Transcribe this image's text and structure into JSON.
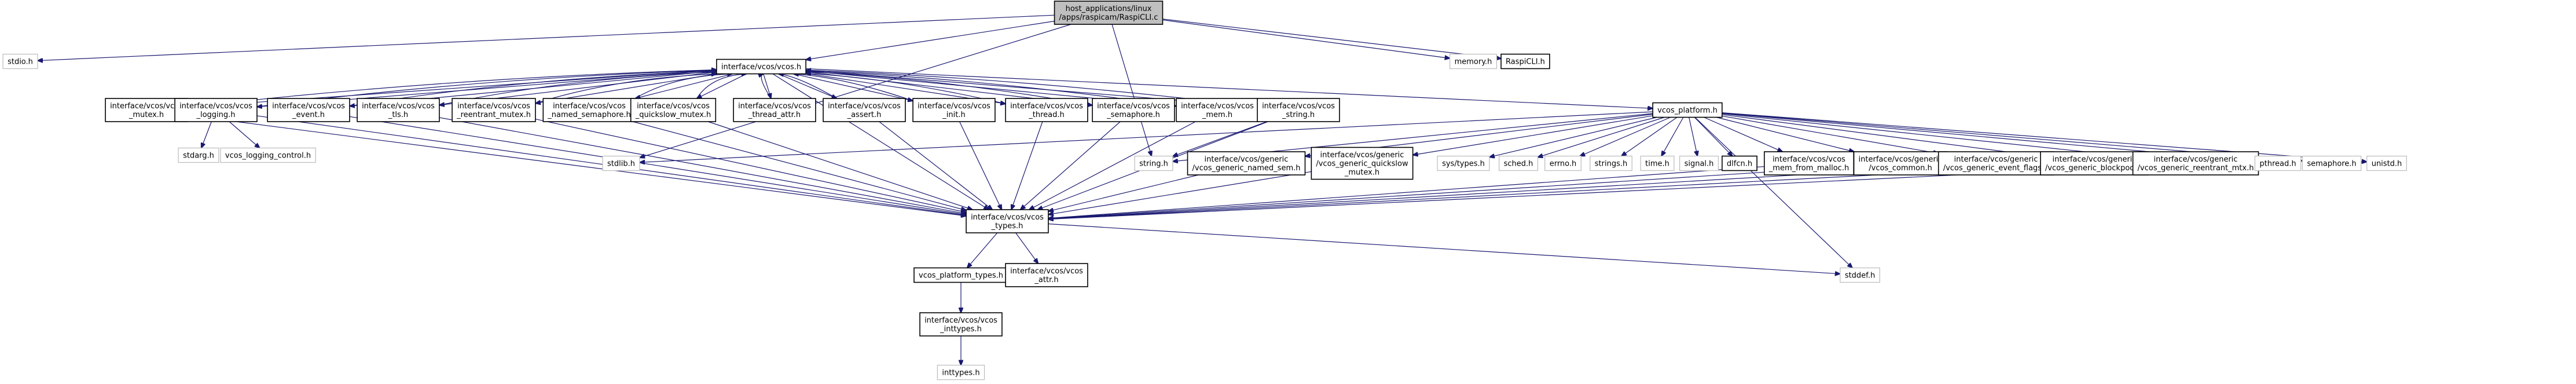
{
  "graph": {
    "title": "",
    "colors": {
      "edge": "#191970",
      "node_border": "#bfbfbf",
      "hub_border": "#000000",
      "root_fill": "#bfbfbf"
    },
    "nodes": [
      {
        "id": "root",
        "lines": [
          "host_applications/linux",
          "/apps/raspicam/RaspiCLI.c"
        ],
        "kind": "root",
        "link": true
      },
      {
        "id": "stdio_h",
        "lines": [
          "stdio.h"
        ],
        "kind": "plain",
        "link": false
      },
      {
        "id": "vcos_h",
        "lines": [
          "interface/vcos/vcos.h"
        ],
        "kind": "hub",
        "link": true
      },
      {
        "id": "memory_h",
        "lines": [
          "memory.h"
        ],
        "kind": "plain",
        "link": false
      },
      {
        "id": "raspicli_h",
        "lines": [
          "RaspiCLI.h"
        ],
        "kind": "hub",
        "link": true
      },
      {
        "id": "vcos_mutex_h",
        "lines": [
          "interface/vcos/vcos",
          "_mutex.h"
        ],
        "kind": "hub",
        "link": true
      },
      {
        "id": "vcos_logging_h",
        "lines": [
          "interface/vcos/vcos",
          "_logging.h"
        ],
        "kind": "hub",
        "link": true
      },
      {
        "id": "vcos_event_h",
        "lines": [
          "interface/vcos/vcos",
          "_event.h"
        ],
        "kind": "hub",
        "link": true
      },
      {
        "id": "vcos_tls_h",
        "lines": [
          "interface/vcos/vcos",
          "_tls.h"
        ],
        "kind": "hub",
        "link": true
      },
      {
        "id": "vcos_reentrant_mutex_h",
        "lines": [
          "interface/vcos/vcos",
          "_reentrant_mutex.h"
        ],
        "kind": "hub",
        "link": true
      },
      {
        "id": "vcos_named_semaphore_h",
        "lines": [
          "interface/vcos/vcos",
          "_named_semaphore.h"
        ],
        "kind": "hub",
        "link": true
      },
      {
        "id": "vcos_quickslow_mutex_h",
        "lines": [
          "interface/vcos/vcos",
          "_quickslow_mutex.h"
        ],
        "kind": "hub",
        "link": true
      },
      {
        "id": "vcos_thread_attr_h",
        "lines": [
          "interface/vcos/vcos",
          "_thread_attr.h"
        ],
        "kind": "hub",
        "link": true
      },
      {
        "id": "vcos_assert_h",
        "lines": [
          "interface/vcos/vcos",
          "_assert.h"
        ],
        "kind": "hub",
        "link": true
      },
      {
        "id": "vcos_init_h",
        "lines": [
          "interface/vcos/vcos",
          "_init.h"
        ],
        "kind": "hub",
        "link": true
      },
      {
        "id": "vcos_thread_h",
        "lines": [
          "interface/vcos/vcos",
          "_thread.h"
        ],
        "kind": "hub",
        "link": true
      },
      {
        "id": "vcos_semaphore_h",
        "lines": [
          "interface/vcos/vcos",
          "_semaphore.h"
        ],
        "kind": "hub",
        "link": true
      },
      {
        "id": "vcos_mem_h",
        "lines": [
          "interface/vcos/vcos",
          "_mem.h"
        ],
        "kind": "hub",
        "link": true
      },
      {
        "id": "vcos_string_h",
        "lines": [
          "interface/vcos/vcos",
          "_string.h"
        ],
        "kind": "hub",
        "link": true
      },
      {
        "id": "vcos_platform_h",
        "lines": [
          "vcos_platform.h"
        ],
        "kind": "hub",
        "link": true
      },
      {
        "id": "stdarg_h",
        "lines": [
          "stdarg.h"
        ],
        "kind": "plain",
        "link": false
      },
      {
        "id": "vcos_logging_control_h",
        "lines": [
          "vcos_logging_control.h"
        ],
        "kind": "plain",
        "link": false
      },
      {
        "id": "stdlib_h",
        "lines": [
          "stdlib.h"
        ],
        "kind": "plain",
        "link": false
      },
      {
        "id": "string_h",
        "lines": [
          "string.h"
        ],
        "kind": "plain",
        "link": false
      },
      {
        "id": "generic_named_sem_h",
        "lines": [
          "interface/vcos/generic",
          "/vcos_generic_named_sem.h"
        ],
        "kind": "hub",
        "link": true
      },
      {
        "id": "generic_quickslow_mutex_h",
        "lines": [
          "interface/vcos/generic",
          "/vcos_generic_quickslow",
          "_mutex.h"
        ],
        "kind": "hub",
        "link": true
      },
      {
        "id": "sys_types_h",
        "lines": [
          "sys/types.h"
        ],
        "kind": "plain",
        "link": false
      },
      {
        "id": "sched_h",
        "lines": [
          "sched.h"
        ],
        "kind": "plain",
        "link": false
      },
      {
        "id": "errno_h",
        "lines": [
          "errno.h"
        ],
        "kind": "plain",
        "link": false
      },
      {
        "id": "strings_h",
        "lines": [
          "strings.h"
        ],
        "kind": "plain",
        "link": false
      },
      {
        "id": "time_h",
        "lines": [
          "time.h"
        ],
        "kind": "plain",
        "link": false
      },
      {
        "id": "signal_h",
        "lines": [
          "signal.h"
        ],
        "kind": "plain",
        "link": false
      },
      {
        "id": "dlfcn_h",
        "lines": [
          "dlfcn.h"
        ],
        "kind": "hub",
        "link": true
      },
      {
        "id": "vcos_mem_from_malloc_h",
        "lines": [
          "interface/vcos/vcos",
          "_mem_from_malloc.h"
        ],
        "kind": "hub",
        "link": true
      },
      {
        "id": "generic_vcos_common_h",
        "lines": [
          "interface/vcos/generic",
          "/vcos_common.h"
        ],
        "kind": "hub",
        "link": true
      },
      {
        "id": "generic_event_flags_h",
        "lines": [
          "interface/vcos/generic",
          "/vcos_generic_event_flags.h"
        ],
        "kind": "hub",
        "link": true
      },
      {
        "id": "generic_blockpool_h",
        "lines": [
          "interface/vcos/generic",
          "/vcos_generic_blockpool.h"
        ],
        "kind": "hub",
        "link": true
      },
      {
        "id": "generic_reentrant_mtx_h",
        "lines": [
          "interface/vcos/generic",
          "/vcos_generic_reentrant_mtx.h"
        ],
        "kind": "hub",
        "link": true
      },
      {
        "id": "pthread_h",
        "lines": [
          "pthread.h"
        ],
        "kind": "plain",
        "link": false
      },
      {
        "id": "semaphore_h",
        "lines": [
          "semaphore.h"
        ],
        "kind": "plain",
        "link": false
      },
      {
        "id": "unistd_h",
        "lines": [
          "unistd.h"
        ],
        "kind": "plain",
        "link": false
      },
      {
        "id": "vcos_types_h",
        "lines": [
          "interface/vcos/vcos",
          "_types.h"
        ],
        "kind": "hub",
        "link": true
      },
      {
        "id": "vcos_platform_types_h",
        "lines": [
          "vcos_platform_types.h"
        ],
        "kind": "hub",
        "link": true
      },
      {
        "id": "vcos_attr_h",
        "lines": [
          "interface/vcos/vcos",
          "_attr.h"
        ],
        "kind": "hub",
        "link": true
      },
      {
        "id": "stddef_h",
        "lines": [
          "stddef.h"
        ],
        "kind": "plain",
        "link": false
      },
      {
        "id": "vcos_inttypes_h",
        "lines": [
          "interface/vcos/vcos",
          "_inttypes.h"
        ],
        "kind": "hub",
        "link": true
      },
      {
        "id": "inttypes_h",
        "lines": [
          "inttypes.h"
        ],
        "kind": "plain",
        "link": false
      }
    ],
    "edges": [
      [
        "root",
        "stdio_h"
      ],
      [
        "root",
        "stdlib_h"
      ],
      [
        "root",
        "string_h"
      ],
      [
        "root",
        "vcos_h"
      ],
      [
        "root",
        "memory_h"
      ],
      [
        "root",
        "raspicli_h"
      ],
      [
        "vcos_h",
        "vcos_types_h"
      ],
      [
        "vcos_h",
        "vcos_assert_h"
      ],
      [
        "vcos_h",
        "vcos_platform_h"
      ],
      [
        "vcos_h",
        "vcos_init_h"
      ],
      [
        "vcos_h",
        "vcos_semaphore_h"
      ],
      [
        "vcos_h",
        "vcos_thread_h"
      ],
      [
        "vcos_h",
        "vcos_mutex_h"
      ],
      [
        "vcos_h",
        "vcos_mem_h"
      ],
      [
        "vcos_h",
        "vcos_logging_h"
      ],
      [
        "vcos_h",
        "vcos_string_h"
      ],
      [
        "vcos_h",
        "vcos_event_h"
      ],
      [
        "vcos_h",
        "vcos_thread_attr_h"
      ],
      [
        "vcos_h",
        "vcos_tls_h"
      ],
      [
        "vcos_h",
        "vcos_reentrant_mutex_h"
      ],
      [
        "vcos_h",
        "vcos_named_semaphore_h"
      ],
      [
        "vcos_h",
        "vcos_quickslow_mutex_h"
      ],
      [
        "vcos_mutex_h",
        "vcos_types_h"
      ],
      [
        "vcos_mutex_h",
        "vcos_h"
      ],
      [
        "vcos_logging_h",
        "vcos_types_h"
      ],
      [
        "vcos_logging_h",
        "stdarg_h"
      ],
      [
        "vcos_logging_h",
        "vcos_logging_control_h"
      ],
      [
        "vcos_logging_h",
        "vcos_h"
      ],
      [
        "vcos_event_h",
        "vcos_types_h"
      ],
      [
        "vcos_event_h",
        "vcos_h"
      ],
      [
        "vcos_tls_h",
        "vcos_types_h"
      ],
      [
        "vcos_tls_h",
        "vcos_h"
      ],
      [
        "vcos_reentrant_mutex_h",
        "vcos_types_h"
      ],
      [
        "vcos_reentrant_mutex_h",
        "vcos_h"
      ],
      [
        "vcos_named_semaphore_h",
        "vcos_types_h"
      ],
      [
        "vcos_named_semaphore_h",
        "vcos_h"
      ],
      [
        "vcos_quickslow_mutex_h",
        "vcos_types_h"
      ],
      [
        "vcos_quickslow_mutex_h",
        "vcos_h"
      ],
      [
        "vcos_thread_attr_h",
        "vcos_h"
      ],
      [
        "vcos_assert_h",
        "vcos_types_h"
      ],
      [
        "vcos_assert_h",
        "vcos_h"
      ],
      [
        "vcos_init_h",
        "vcos_types_h"
      ],
      [
        "vcos_init_h",
        "vcos_h"
      ],
      [
        "vcos_thread_h",
        "vcos_types_h"
      ],
      [
        "vcos_thread_h",
        "vcos_h"
      ],
      [
        "vcos_semaphore_h",
        "vcos_types_h"
      ],
      [
        "vcos_semaphore_h",
        "vcos_h"
      ],
      [
        "vcos_mem_h",
        "vcos_types_h"
      ],
      [
        "vcos_mem_h",
        "vcos_h"
      ],
      [
        "vcos_string_h",
        "vcos_types_h"
      ],
      [
        "vcos_string_h",
        "string_h"
      ],
      [
        "vcos_string_h",
        "vcos_h"
      ],
      [
        "vcos_platform_h",
        "pthread_h"
      ],
      [
        "vcos_platform_h",
        "semaphore_h"
      ],
      [
        "vcos_platform_h",
        "unistd_h"
      ],
      [
        "vcos_platform_h",
        "stddef_h"
      ],
      [
        "vcos_platform_h",
        "stdlib_h"
      ],
      [
        "vcos_platform_h",
        "string_h"
      ],
      [
        "vcos_platform_h",
        "generic_named_sem_h"
      ],
      [
        "vcos_platform_h",
        "generic_quickslow_mutex_h"
      ],
      [
        "vcos_platform_h",
        "sys_types_h"
      ],
      [
        "vcos_platform_h",
        "sched_h"
      ],
      [
        "vcos_platform_h",
        "errno_h"
      ],
      [
        "vcos_platform_h",
        "strings_h"
      ],
      [
        "vcos_platform_h",
        "time_h"
      ],
      [
        "vcos_platform_h",
        "signal_h"
      ],
      [
        "vcos_platform_h",
        "dlfcn_h"
      ],
      [
        "vcos_platform_h",
        "vcos_mem_from_malloc_h"
      ],
      [
        "vcos_platform_h",
        "generic_vcos_common_h"
      ],
      [
        "vcos_platform_h",
        "generic_event_flags_h"
      ],
      [
        "vcos_platform_h",
        "generic_blockpool_h"
      ],
      [
        "vcos_platform_h",
        "generic_reentrant_mtx_h"
      ],
      [
        "generic_named_sem_h",
        "vcos_types_h"
      ],
      [
        "generic_quickslow_mutex_h",
        "vcos_types_h"
      ],
      [
        "vcos_mem_from_malloc_h",
        "vcos_types_h"
      ],
      [
        "generic_vcos_common_h",
        "vcos_types_h"
      ],
      [
        "generic_event_flags_h",
        "vcos_types_h"
      ],
      [
        "generic_blockpool_h",
        "vcos_types_h"
      ],
      [
        "generic_reentrant_mtx_h",
        "vcos_types_h"
      ],
      [
        "vcos_types_h",
        "vcos_platform_types_h"
      ],
      [
        "vcos_types_h",
        "vcos_attr_h"
      ],
      [
        "vcos_types_h",
        "stddef_h"
      ],
      [
        "vcos_platform_types_h",
        "vcos_inttypes_h"
      ],
      [
        "vcos_inttypes_h",
        "inttypes_h"
      ]
    ]
  }
}
